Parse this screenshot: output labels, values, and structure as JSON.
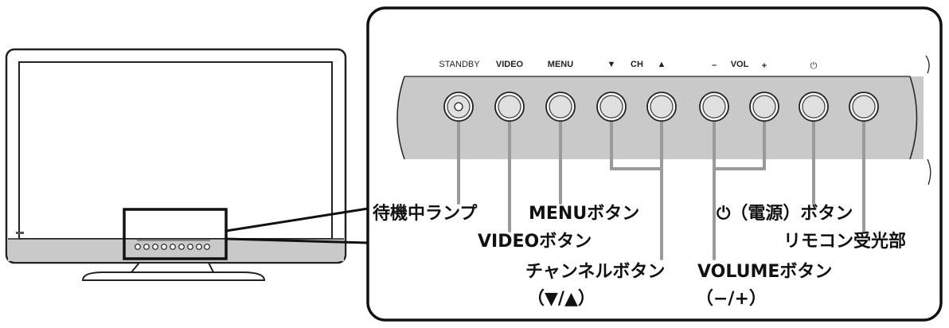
{
  "panel_button_labels": {
    "standby": "STANDBY",
    "video": "VIDEO",
    "menu": "MENU",
    "ch_down": "▼",
    "ch": "CH",
    "ch_up": "▲",
    "vol_minus": "–",
    "vol": "VOL",
    "vol_plus": "+",
    "power_symbol": "⏻"
  },
  "callouts": {
    "standby_lamp": "待機中ランプ",
    "video_button": "VIDEOボタン",
    "menu_button": "MENUボタン",
    "channel_button": "チャンネルボタン",
    "channel_button_sub": "（▼/▲）",
    "volume_button": "VOLUMEボタン",
    "volume_button_sub": "（−/+）",
    "power_button": "⏻（電源）ボタン",
    "remote_receiver": "リモコン受光部"
  },
  "colors": {
    "panel_gray": "#c9c9c9",
    "leader_gray": "#9a9a9a",
    "outline": "#222222"
  }
}
